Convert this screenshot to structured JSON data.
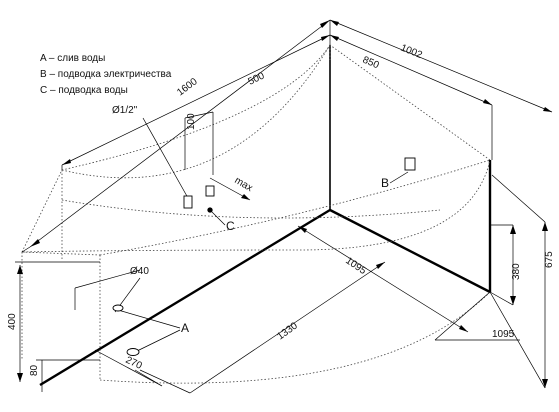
{
  "legend": {
    "items": [
      "A – слив воды",
      "B – подводка электричества",
      "C – подводка воды"
    ]
  },
  "callouts": {
    "a": "A",
    "b": "B",
    "c": "C"
  },
  "dimensions": {
    "d1600": "1600",
    "d500": "500",
    "d850": "850",
    "d1002": "1002",
    "d100": "100",
    "pipe_diameter": "Ø1/2\"",
    "max": "max",
    "d675": "675",
    "d380": "380",
    "d400": "400",
    "d80": "80",
    "drain_diameter": "Ø40",
    "d270": "270",
    "d1330": "1330",
    "d1095_inner": "1095",
    "d1095_outer": "1095"
  }
}
